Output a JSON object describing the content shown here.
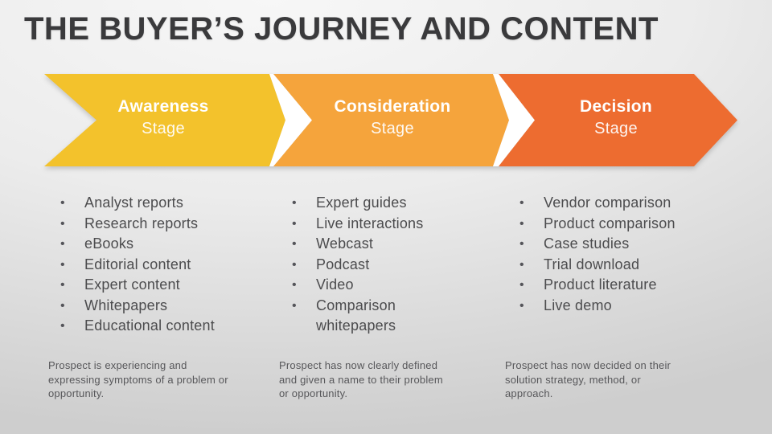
{
  "slide": {
    "title": "THE BUYER’S JOURNEY AND CONTENT",
    "stages": [
      {
        "name": "Awareness",
        "label": "Stage",
        "color": "#F3C22C",
        "items": [
          "Analyst reports",
          "Research reports",
          "eBooks",
          "Editorial content",
          "Expert content",
          "Whitepapers",
          "Educational content"
        ],
        "summary": "Prospect is experiencing and\nexpressing symptoms of a problem or\nopportunity."
      },
      {
        "name": "Consideration",
        "label": "Stage",
        "color": "#F5A43C",
        "items": [
          "Expert guides",
          "Live interactions",
          "Webcast",
          "Podcast",
          "Video",
          "Comparison\nwhitepapers"
        ],
        "summary": "Prospect has now clearly defined\nand given a name to their problem\nor opportunity."
      },
      {
        "name": "Decision",
        "label": "Stage",
        "color": "#ED6C30",
        "items": [
          "Vendor comparison",
          "Product comparison",
          "Case studies",
          "Trial download",
          "Product literature",
          "Live demo"
        ],
        "summary": "Prospect has now decided on their\nsolution strategy, method, or\napproach."
      }
    ]
  }
}
